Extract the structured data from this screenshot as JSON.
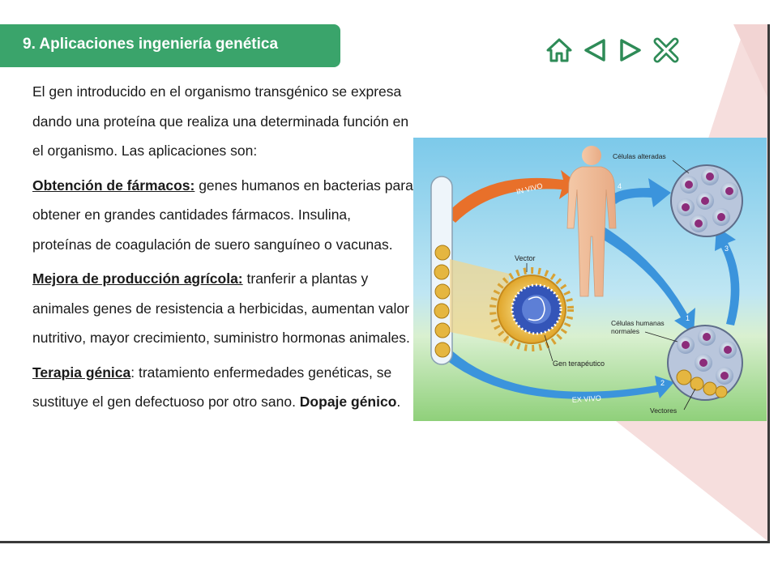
{
  "slide": {
    "title": "9. Aplicaciones ingeniería genética"
  },
  "nav": {
    "home_icon": "home-icon",
    "prev_icon": "triangle-left-icon",
    "next_icon": "triangle-right-icon",
    "close_icon": "close-x-icon",
    "color": "#2e8b57"
  },
  "content": {
    "intro": "El gen introducido en el organismo transgénico se expresa dando una proteína que realiza una determinada función en el organismo. Las aplicaciones son:",
    "farmacos_heading": "Obtención de fármacos:",
    "farmacos_text": " genes humanos en bacterias para obtener en grandes cantidades fármacos. Insulina, proteínas de coagulación de suero sanguíneo o vacunas.",
    "agricola_heading": "Mejora de producción agrícola:",
    "agricola_text": " tranferir a plantas y animales genes de resistencia a herbicidas, aumentan valor nutritivo, mayor crecimiento, suministro hormonas animales.",
    "terapia_heading": "Terapia génica",
    "terapia_text": ": tratamiento enfermedades genéticas, se sustituye el gen defectuoso por otro sano. ",
    "dopaje": "Dopaje génico",
    "dopaje_end": "."
  },
  "diagram": {
    "in_vivo": "IN VIVO",
    "ex_vivo": "EX VIVO",
    "celulas_alteradas": "Células alteradas",
    "vector": "Vector",
    "gen_terapeutico": "Gen terapéutico",
    "celulas_humanas_1": "Células humanas",
    "celulas_humanas_2": "normales",
    "vectores": "Vectores",
    "step1": "1",
    "step2": "2",
    "step3": "3",
    "step4": "4"
  },
  "colors": {
    "title_green": "#3aa46b",
    "in_vivo_orange": "#e8702a",
    "blue_arrow": "#2e8fd8",
    "sky": "#8fd0ec",
    "grass": "#9fd68a"
  }
}
